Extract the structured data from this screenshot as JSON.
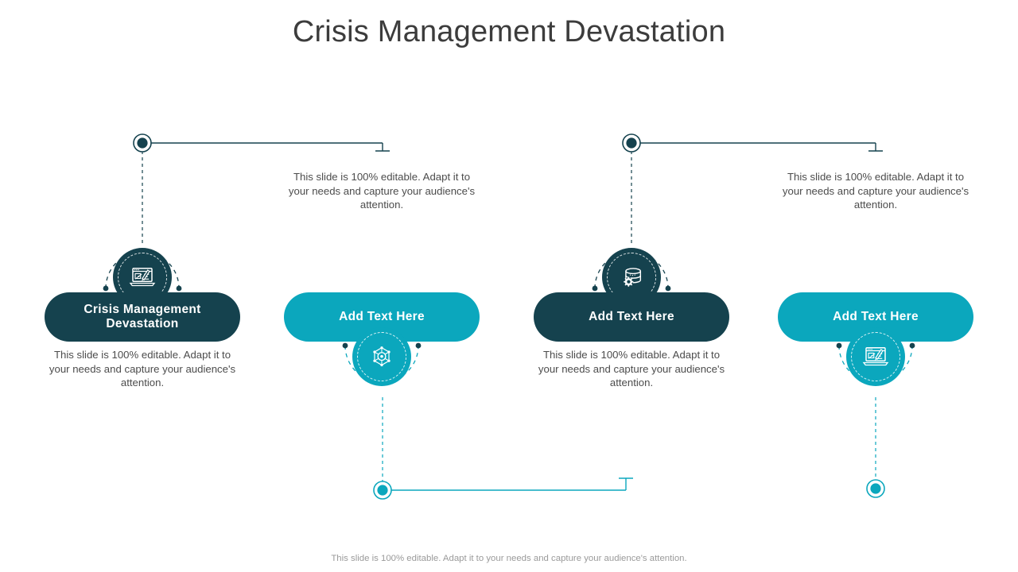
{
  "slide": {
    "title": "Crisis Management Devastation",
    "footer_note": "This slide is 100% editable. Adapt it to your needs and capture your audience's attention.",
    "background_color": "#ffffff"
  },
  "colors": {
    "dark_teal": "#15424e",
    "cyan": "#0ba7bd",
    "title_text": "#3c3c3c",
    "body_text": "#4c4c4c",
    "footer_text": "#9a9a9a"
  },
  "body_text": "This slide is 100% editable. Adapt it to your needs and capture your audience's attention.",
  "cards": [
    {
      "id": "card-1",
      "label": "Crisis Management Devastation",
      "theme": "dark",
      "icon": "laptop-presentation-icon",
      "icon_position": "above",
      "description": "This slide is 100% editable. Adapt it to your needs and capture your audience's attention."
    },
    {
      "id": "card-2",
      "label": "Add Text Here",
      "theme": "cyan",
      "icon": "network-hub-icon",
      "icon_position": "below",
      "description": "This slide is 100% editable. Adapt it to your needs and capture your audience's attention."
    },
    {
      "id": "card-3",
      "label": "Add Text Here",
      "theme": "dark",
      "icon": "database-gear-icon",
      "icon_position": "above",
      "description": "This slide is 100% editable. Adapt it to your needs and capture your audience's attention."
    },
    {
      "id": "card-4",
      "label": "Add Text Here",
      "theme": "cyan",
      "icon": "laptop-presentation-icon",
      "icon_position": "below",
      "description": "This slide is 100% editable. Adapt it to your needs and capture your audience's attention."
    }
  ],
  "connectors": [
    {
      "id": "connector-top-left",
      "color": "#15424e",
      "node": "ring-node-dark"
    },
    {
      "id": "connector-top-right",
      "color": "#15424e",
      "node": "ring-node-dark"
    },
    {
      "id": "connector-bottom-left",
      "color": "#0ba7bd",
      "node": "ring-node-cyan"
    },
    {
      "id": "connector-bottom-right",
      "color": "#0ba7bd",
      "node": "ring-node-cyan"
    }
  ]
}
